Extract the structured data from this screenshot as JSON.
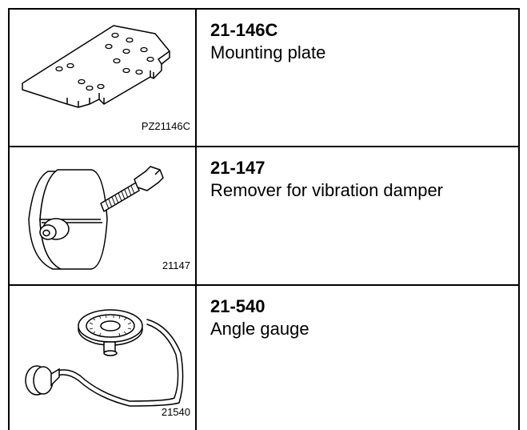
{
  "rows": [
    {
      "part_number": "21-146C",
      "description": "Mounting plate",
      "image_code": "PZ21146C",
      "icon": "mounting-plate-icon"
    },
    {
      "part_number": "21-147",
      "description": "Remover for vibration damper",
      "image_code": "21147",
      "icon": "vibration-damper-remover-icon"
    },
    {
      "part_number": "21-540",
      "description": "Angle gauge",
      "image_code": "21540",
      "icon": "angle-gauge-icon"
    }
  ]
}
